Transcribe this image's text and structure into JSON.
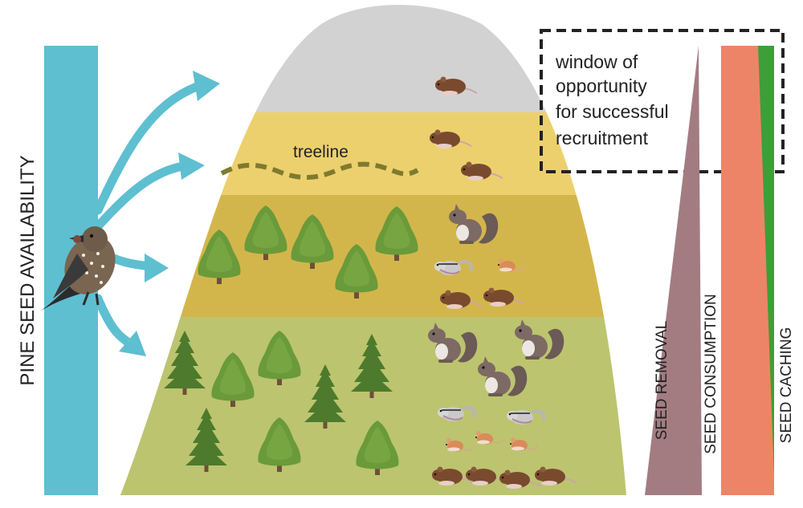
{
  "labels": {
    "pine_seed_availability": "PINE SEED AVAILABILITY",
    "treeline": "treeline",
    "window_lines": [
      "window of",
      "opportunity",
      "for successful",
      "recruitment"
    ],
    "seed_removal": "SEED REMOVAL",
    "seed_consumption": "SEED CONSUMPTION",
    "seed_caching": "SEED CACHING"
  },
  "colors": {
    "seed_bar": "#5ebfd1",
    "arrow": "#5ebfd1",
    "alpine_zone": "#d2d2d2",
    "upper_zone": "#ecd06e",
    "mid_forest_zone": "#d3b64b",
    "lower_forest_zone": "#bcc46f",
    "treeline_dash": "#7f7a2e",
    "removal_wedge": "#a37c82",
    "consumption_bar": "#ee8467",
    "caching_bar": "#3e9e3a",
    "window_border": "#222222"
  },
  "icons": {
    "bird": "nutcracker-icon",
    "squirrel": "squirrel-icon",
    "vole": "vole-icon",
    "chipmunk": "chipmunk-icon",
    "mouse": "mouse-icon",
    "pine_tree": "pine-tree-icon",
    "spruce_tree": "spruce-tree-icon"
  }
}
